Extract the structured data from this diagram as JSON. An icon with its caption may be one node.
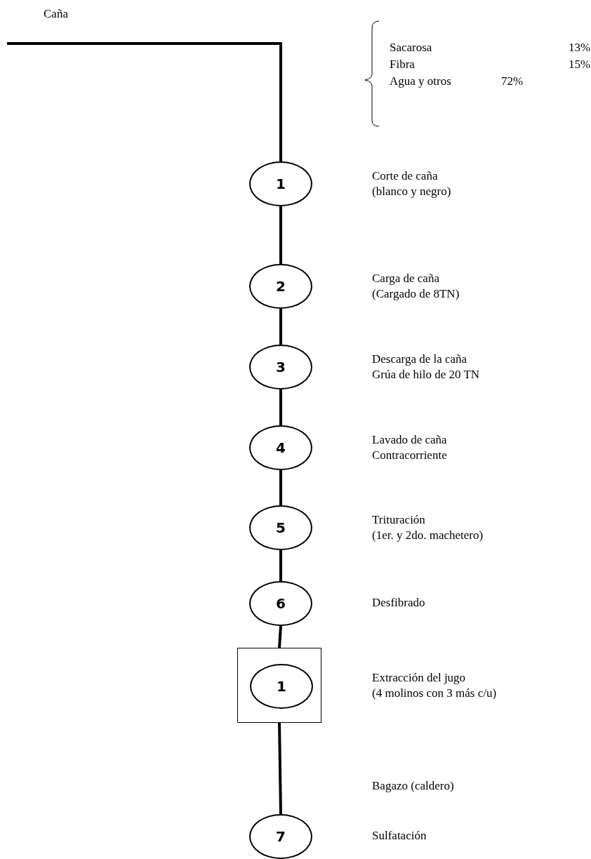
{
  "diagram": {
    "nodes": [
      {
        "text": [
          "1"
        ],
        "beside": [
          "Corte de caña",
          "(blanco y negro)"
        ]
      },
      {
        "text": [
          "2"
        ],
        "beside": [
          "Carga de caña",
          "(Cargado de 8TN)"
        ]
      },
      {
        "text": [
          "3"
        ],
        "beside": [
          "Descarga de la caña",
          "Grúa de hilo de 20 TN"
        ]
      },
      {
        "text": [
          "4"
        ],
        "beside": [
          "Lavado de caña",
          "Contracorriente"
        ]
      },
      {
        "text": [
          "5"
        ],
        "beside": [
          "Trituración",
          "(1er. y 2do. machetero)"
        ]
      },
      {
        "text": [
          "6"
        ]
      },
      {
        "text": [],
        "shape": "box",
        "beside": [
          "Extracción del jugo",
          "(4 molinos con 3 más c/u)"
        ]
      },
      {
        "text": [
          "1"
        ],
        "in": 6
      },
      {
        "text": [
          "7"
        ]
      }
    ],
    "edges": [
      {
        "from": null,
        "to": 0,
        "arrow": "none",
        "label": "Caña"
      },
      {
        "from": 0,
        "to": 1,
        "arrow": "none"
      },
      {
        "from": 1,
        "to": 2,
        "arrow": "none"
      },
      {
        "from": 2,
        "to": 3,
        "arrow": "none"
      },
      {
        "from": 3,
        "to": 4,
        "arrow": "none"
      },
      {
        "from": 4,
        "to": 5,
        "arrow": "none"
      },
      {
        "from": 5,
        "to": 6,
        "arrow": "none"
      },
      {
        "from": 6,
        "to": 8,
        "arrow": "none"
      }
    ],
    "labels": [
      "Sacarosa",
      "13%",
      "Fibra",
      "15%",
      "Agua y otros",
      "72%",
      "Desfibrado",
      "Bagazo (caldero)",
      "Sulfatación"
    ]
  }
}
